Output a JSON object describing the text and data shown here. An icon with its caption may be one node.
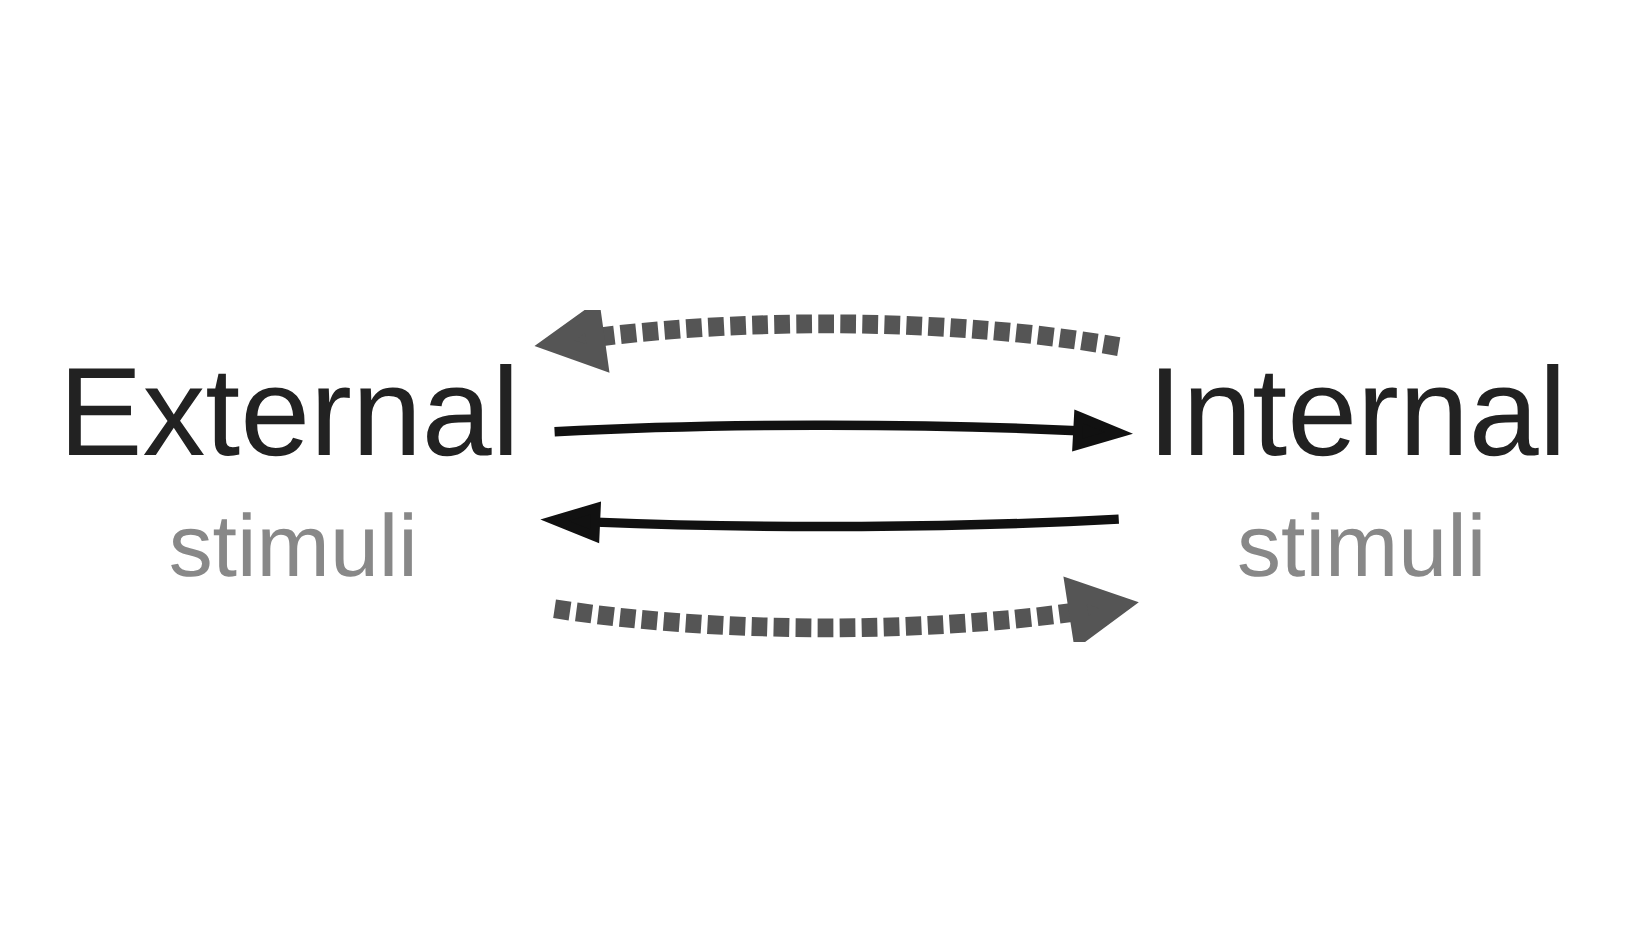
{
  "diagram": {
    "nodes": [
      {
        "text": [
          "External",
          "stimuli"
        ]
      },
      {
        "text": [
          "Internal",
          "stimuli"
        ]
      }
    ],
    "edges": [
      {
        "from": 0,
        "to": 1,
        "arrow": "to",
        "style": "dashed",
        "color": "#555555"
      },
      {
        "from": 1,
        "to": 0,
        "arrow": "to"
      },
      {
        "from": 0,
        "to": 1,
        "arrow": "to"
      },
      {
        "from": 1,
        "to": 0,
        "arrow": "to",
        "style": "dashed",
        "color": "#555555"
      }
    ]
  }
}
